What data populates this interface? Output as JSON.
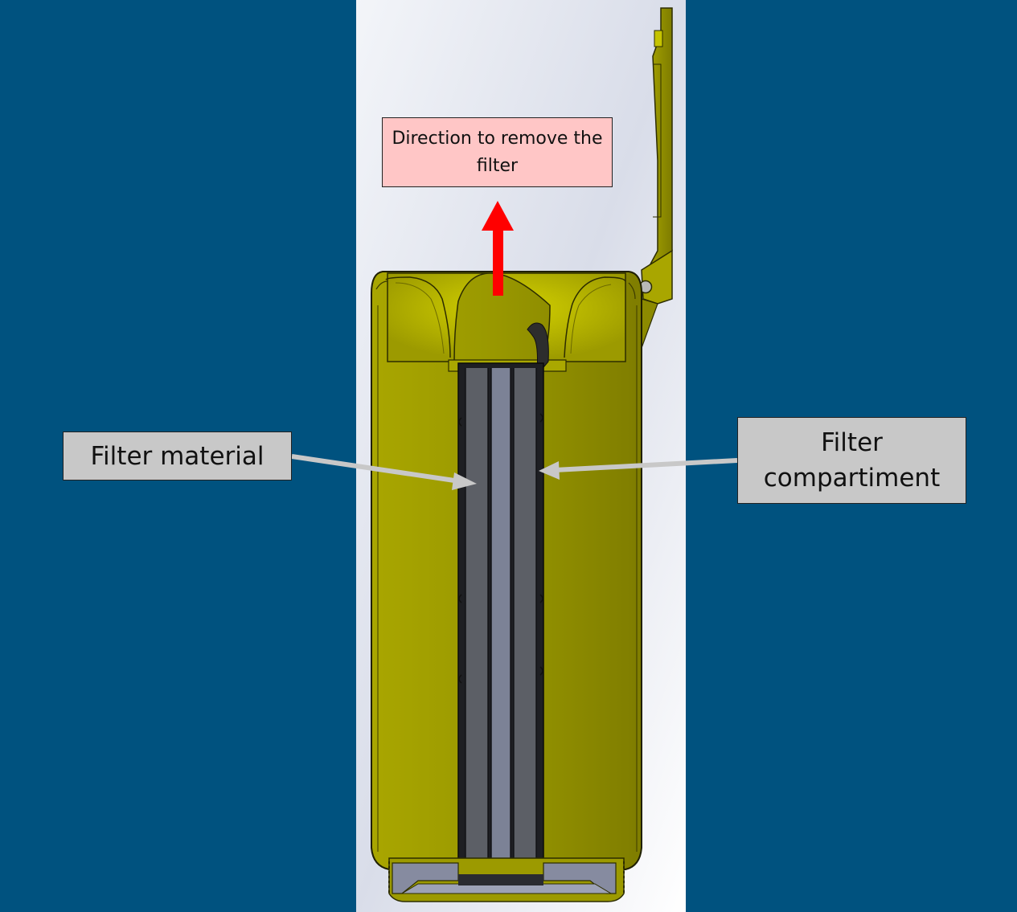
{
  "labels": {
    "remove_direction": "Direction to remove the filter",
    "filter_material": "Filter material",
    "filter_compartment": "Filter compartiment"
  },
  "colors": {
    "background": "#00527f",
    "housing": "#9a9900",
    "housing_highlight": "#c9c800",
    "filter_material": "#5c5f66",
    "filter_core": "#7c8296",
    "arrow_red": "#ff0000",
    "arrow_grey": "#c8c8c8",
    "label_grey": "#c8c8c8",
    "label_pink": "#ffc6c6"
  }
}
